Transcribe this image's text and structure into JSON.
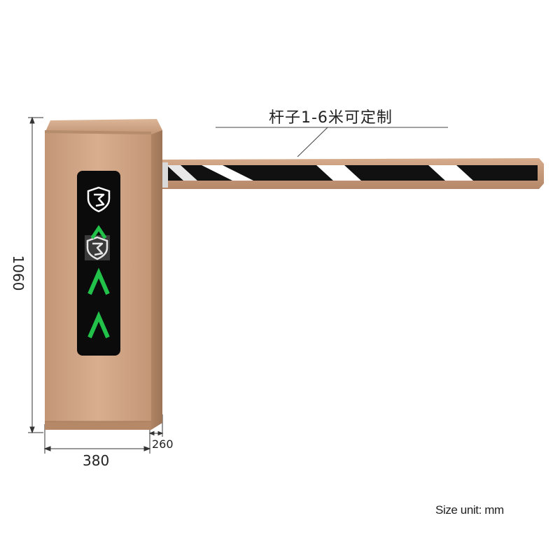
{
  "product": {
    "name": "barrier-gate",
    "cabinet_color": "#cfa282",
    "cabinet_shade": "#b58968",
    "panel_color": "#0b0b0b",
    "arrow_color": "#22c14a",
    "boom_frame_color": "#c59a7a",
    "boom_stripe_dark": "#111111",
    "boom_stripe_light": "#ffffff",
    "panel_icons": [
      "shield-logo-icon",
      "shield-logo-icon",
      "chevron-up-icon",
      "chevron-up-icon",
      "chevron-up-icon"
    ]
  },
  "labels": {
    "rod_length": "杆子1-6米可定制",
    "height": "1060",
    "width": "380",
    "depth": "260",
    "size_unit": "Size unit: mm"
  }
}
